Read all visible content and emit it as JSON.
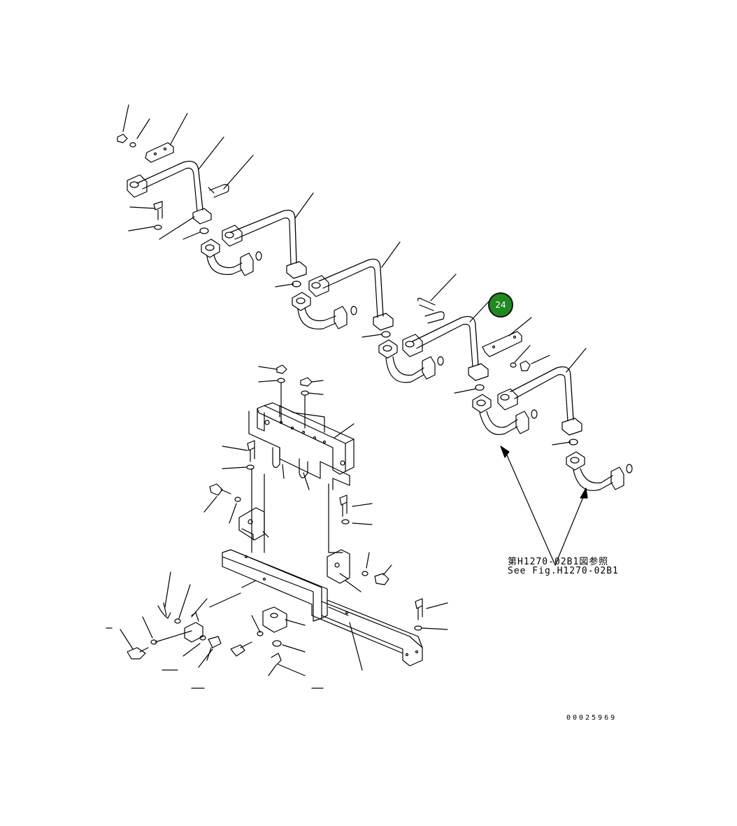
{
  "callout": {
    "number": "24",
    "color": "#1f8a1f"
  },
  "reference_note": {
    "japanese": "第H1270-02B1図参照",
    "english": "See Fig.H1270-02B1"
  },
  "drawing_id": "00025969",
  "line_color": "#000000"
}
